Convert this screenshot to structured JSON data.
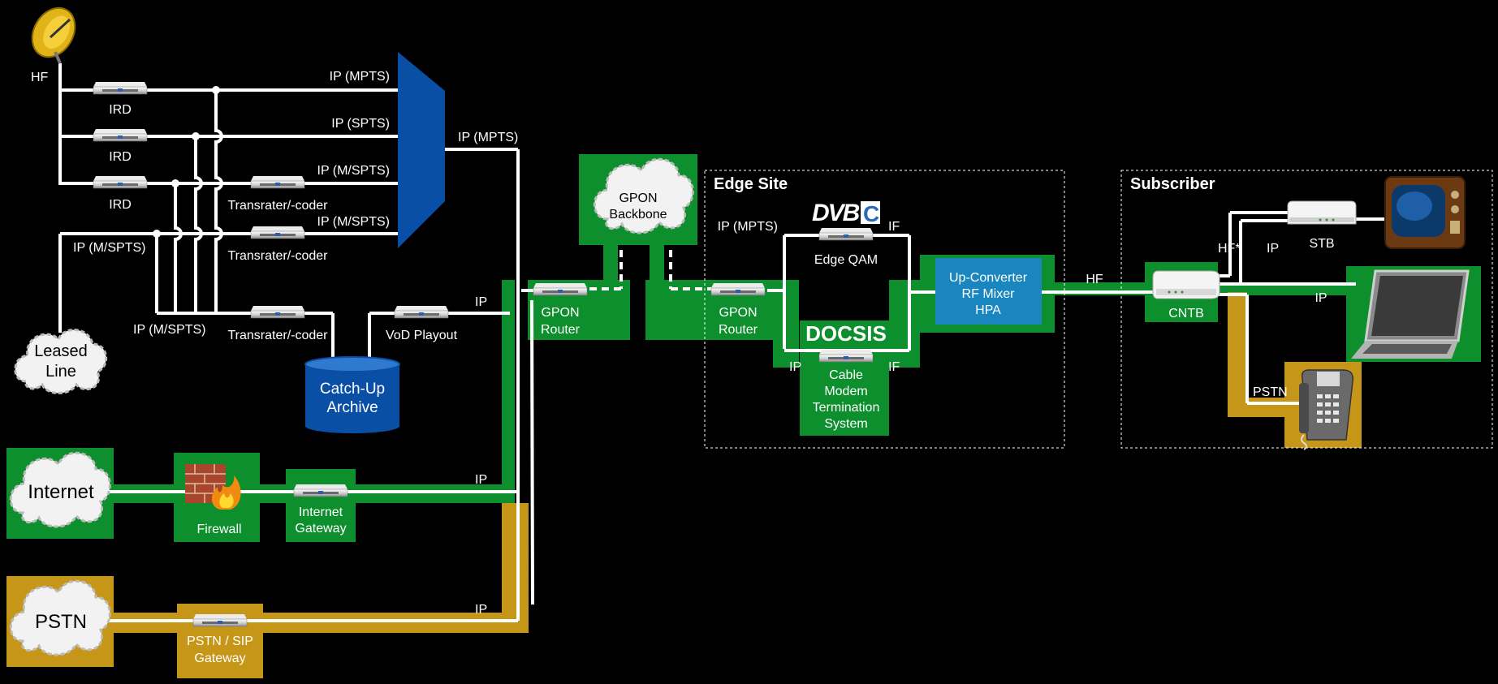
{
  "colors": {
    "background": "#000000",
    "ip_green": "#0d8f2d",
    "pstn_gold": "#c69619",
    "mux_blue": "#0a4fa6",
    "upconv_blue": "#1a86c0",
    "line_white": "#ffffff"
  },
  "sources": {
    "satellite_label": "HF",
    "ird_label": "IRD",
    "transrater_label": "Transrater/-coder",
    "leased_line_label": [
      "Leased",
      "Line"
    ],
    "ip_mspts_left": "IP (M/SPTS)",
    "ip_mspts_bottom": "IP (M/SPTS)"
  },
  "mux_inputs": {
    "ip_mpts": "IP (MPTS)",
    "ip_spts": "IP (SPTS)",
    "ip_mspts_1": "IP (M/SPTS)",
    "ip_mspts_2": "IP (M/SPTS)"
  },
  "mux_output": "IP (MPTS)",
  "archive": {
    "catchup_label": [
      "Catch-Up",
      "Archive"
    ],
    "vod_label": "VoD Playout",
    "vod_ip": "IP"
  },
  "internet": {
    "cloud_label": "Internet",
    "firewall_label": "Firewall",
    "gateway_label": [
      "Internet",
      "Gateway"
    ],
    "ip": "IP"
  },
  "pstn": {
    "cloud_label": "PSTN",
    "gateway_label": [
      "PSTN / SIP",
      "Gateway"
    ],
    "ip": "IP"
  },
  "gpon": {
    "backbone_label": [
      "GPON",
      "Backbone"
    ],
    "router_label": [
      "GPON",
      "Router"
    ]
  },
  "edge_site": {
    "title": "Edge Site",
    "router_label": [
      "GPON",
      "Router"
    ],
    "dvbc_logo": "DVB-C",
    "ip_mpts": "IP (MPTS)",
    "if_top": "IF",
    "edge_qam_label": "Edge QAM",
    "docsis_label": "DOCSIS",
    "ip_left": "IP",
    "if_bottom": "IF",
    "cmts_label": [
      "Cable",
      "Modem",
      "Termination",
      "System"
    ]
  },
  "upconverter": [
    "Up-Converter",
    "RF Mixer",
    "HPA"
  ],
  "hf_link": "HF",
  "subscriber": {
    "title": "Subscriber",
    "cntb_label": "CNTB",
    "hf_star": "HF*",
    "ip_stb": "IP",
    "stb_label": "STB",
    "ip_laptop": "IP",
    "pstn_phone": "PSTN"
  },
  "icons": [
    "satellite-dish-icon",
    "server-icon",
    "cloud-icon",
    "firewall-icon",
    "database-icon",
    "tv-icon",
    "laptop-icon",
    "phone-icon",
    "modem-icon"
  ]
}
